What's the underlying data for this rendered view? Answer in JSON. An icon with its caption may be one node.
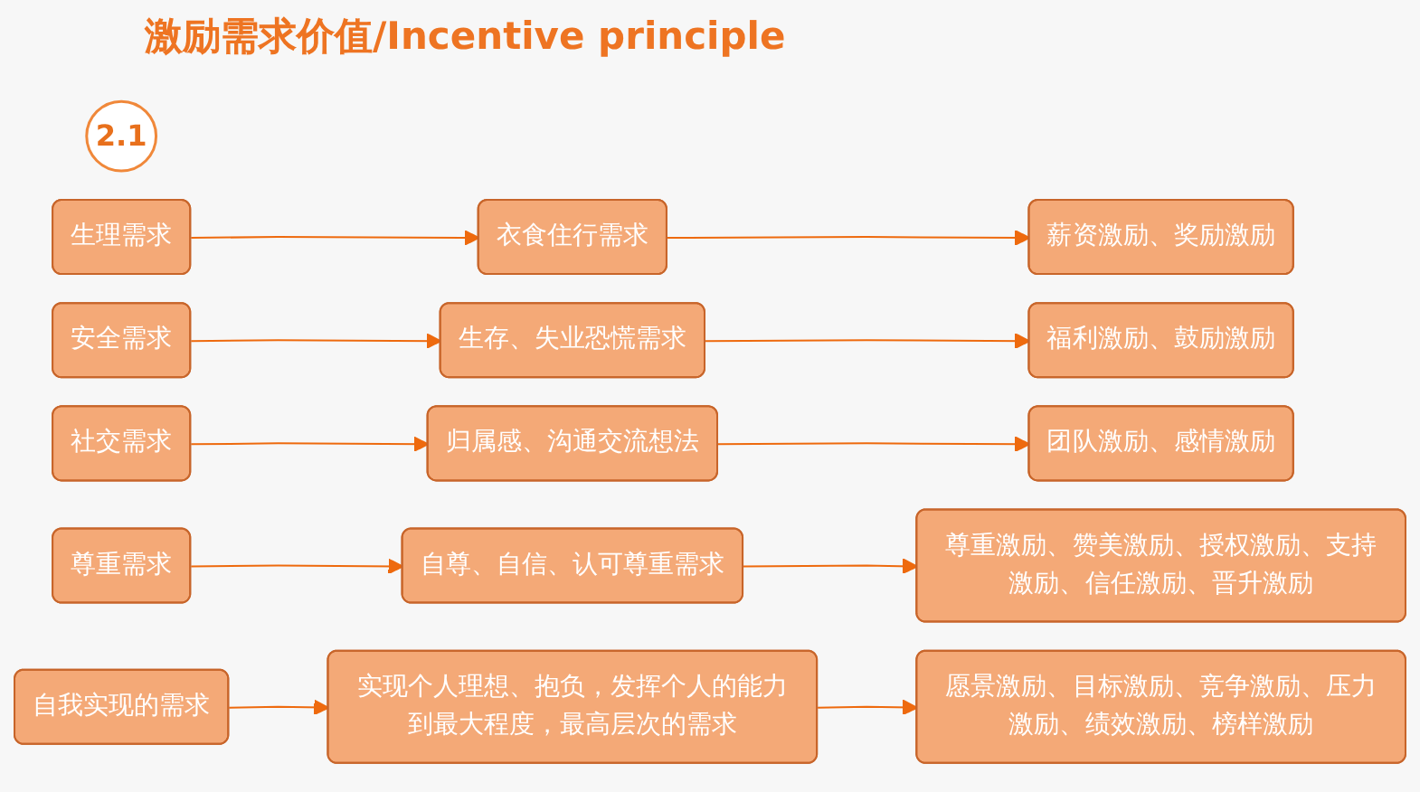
{
  "diagram": {
    "title": "激励需求价值/Incentive principle",
    "nodes": [
      {
        "text": [
          "2.1"
        ]
      },
      {
        "text": [
          "生理需求"
        ]
      },
      {
        "text": [
          "衣食住行需求"
        ]
      },
      {
        "text": [
          "薪资激励、奖励激励"
        ]
      },
      {
        "text": [
          "安全需求"
        ]
      },
      {
        "text": [
          "生存、失业恐慌需求"
        ]
      },
      {
        "text": [
          "福利激励、鼓励激励"
        ]
      },
      {
        "text": [
          "社交需求"
        ]
      },
      {
        "text": [
          "归属感、沟通交流想法"
        ]
      },
      {
        "text": [
          "团队激励、感情激励"
        ]
      },
      {
        "text": [
          "尊重需求"
        ]
      },
      {
        "text": [
          "自尊、自信、认可尊重需求"
        ]
      },
      {
        "text": [
          "尊重激励、赞美激励、授权激励、支持激励、信任激励、晋升激励"
        ]
      },
      {
        "text": [
          "自我实现的需求"
        ]
      },
      {
        "text": [
          "实现个人理想、抱负，发挥个人的能力到最大程度，最高层次的需求"
        ]
      },
      {
        "text": [
          "愿景激励、目标激励、竞争激励、压力激励、绩效激励、榜样激励"
        ]
      }
    ],
    "edges": [
      {
        "from": 1,
        "to": 2,
        "arrow": "to"
      },
      {
        "from": 2,
        "to": 3,
        "arrow": "to"
      },
      {
        "from": 4,
        "to": 5,
        "arrow": "to"
      },
      {
        "from": 5,
        "to": 6,
        "arrow": "to"
      },
      {
        "from": 7,
        "to": 8,
        "arrow": "to"
      },
      {
        "from": 8,
        "to": 9,
        "arrow": "to"
      },
      {
        "from": 10,
        "to": 11,
        "arrow": "to"
      },
      {
        "from": 11,
        "to": 12,
        "arrow": "to"
      },
      {
        "from": 13,
        "to": 14,
        "arrow": "to"
      },
      {
        "from": 14,
        "to": 15,
        "arrow": "to"
      }
    ]
  }
}
